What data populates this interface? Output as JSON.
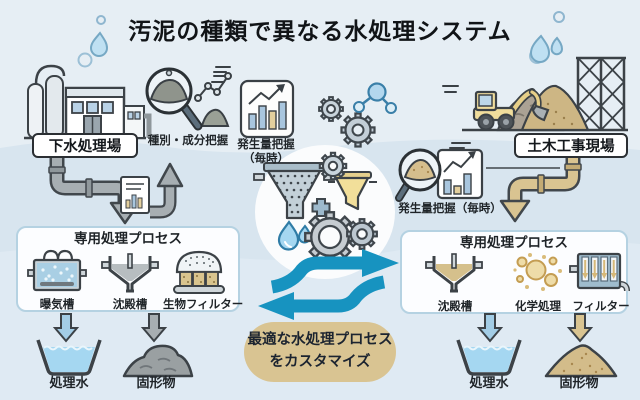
{
  "title": "汚泥の種類で異なる水処理システム",
  "left": {
    "site": "下水処理場",
    "analysis": "種別・成分把握",
    "volume1": "発生量把握",
    "volume2": "（毎時）",
    "box_title": "専用処理プロセス",
    "steps": [
      "曝気槽",
      "沈殿槽",
      "生物フィルター"
    ],
    "water": "処理水",
    "solid": "固形物"
  },
  "right": {
    "site": "土木工事現場",
    "volume": "発生量把握（毎時）",
    "box_title": "専用処理プロセス",
    "steps": [
      "沈殿槽",
      "化学処理",
      "フィルター"
    ],
    "water": "処理水",
    "solid": "固形物"
  },
  "center": {
    "caption1": "最適な水処理プロセス",
    "caption2": "をカスタマイズ"
  },
  "colors": {
    "background": "#e6eef4",
    "accent_arrow": "#1793c0",
    "caption_bg": "#d9c492",
    "pipe_gray": "#a7aeb2",
    "pipe_tan": "#d9c491",
    "water_blue": "#a5d7f1",
    "sand_tan": "#d3bc8a",
    "sludge_gray": "#9aa0a2"
  }
}
